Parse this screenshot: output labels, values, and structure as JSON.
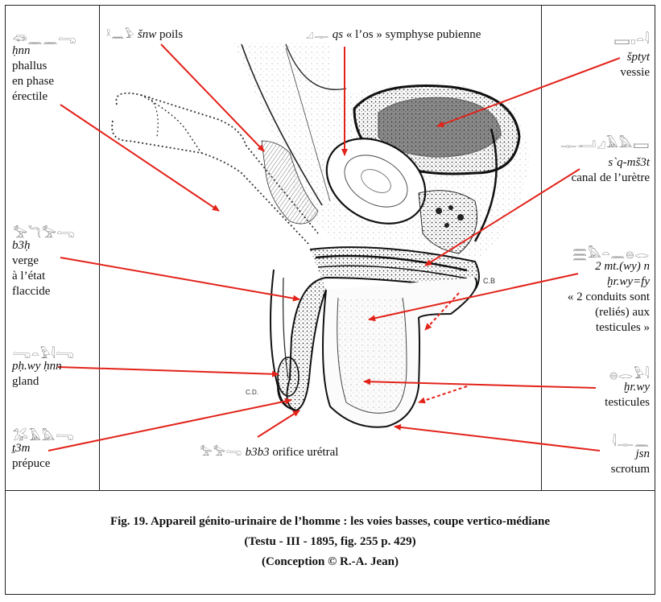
{
  "labels": {
    "hnn": {
      "translit": "ḥnn",
      "lines": [
        "phallus",
        "en phase",
        "érectile"
      ]
    },
    "snw": {
      "translit": "šnw",
      "text": "poils"
    },
    "qs": {
      "translit": "qs",
      "text": "« l’os » symphyse pubienne"
    },
    "sptyt": {
      "translit": "šptyt",
      "text": "vessie"
    },
    "msdt": {
      "translit": "s`q-mš3t",
      "text": "canal de l’urètre"
    },
    "b3h": {
      "translit": "b3ḥ",
      "lines": [
        "verge",
        "à l’état",
        "flaccide"
      ]
    },
    "mtwy": {
      "translit_1": "2 mt.(wy) n",
      "translit_2": "ḫr.wy=fy",
      "lines": [
        "« 2 conduits sont",
        "(reliés) aux",
        "testicules »"
      ]
    },
    "phwy": {
      "translit": "pḥ.wy ḥnn",
      "text": "gland"
    },
    "hrwy": {
      "translit": "ḫr.wy",
      "text": "testicules"
    },
    "t3m": {
      "translit": "ṯ3m",
      "text": "prépuce"
    },
    "b3b3": {
      "translit": "b3b3",
      "text": "orifice urétral"
    },
    "jsn": {
      "translit": "jsn",
      "text": "scrotum"
    }
  },
  "caption": {
    "line1": "Fig. 19. Appareil génito-urinaire de l’homme : les voies basses, coupe vertico-médiane",
    "line2": "(Testu - III - 1895, fig. 255 p. 429)",
    "line3": "(Conception © R.-A. Jean)"
  },
  "colors": {
    "arrow": "#e2231a",
    "ink": "#111111",
    "stipple": "#555555"
  }
}
